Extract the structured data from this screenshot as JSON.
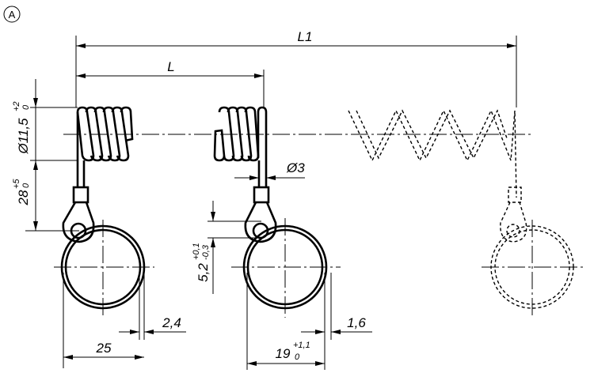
{
  "view_label": "A",
  "dimensions": {
    "L1": "L1",
    "L": "L",
    "coil_diameter": {
      "value": "Ø11,5",
      "upper": "+2",
      "lower": "0"
    },
    "wire_length": {
      "value": "28",
      "upper": "+5",
      "lower": "0"
    },
    "wire_diameter": "Ø3",
    "eye_hole": {
      "value": "5,2",
      "upper": "+0,1",
      "lower": "-0,3"
    },
    "ring_width_1": "2,4",
    "ring_width_2": "1,6",
    "ring_diameter_1": "25",
    "ring_diameter_2": {
      "value": "19",
      "upper": "+1,1",
      "lower": "0"
    }
  }
}
